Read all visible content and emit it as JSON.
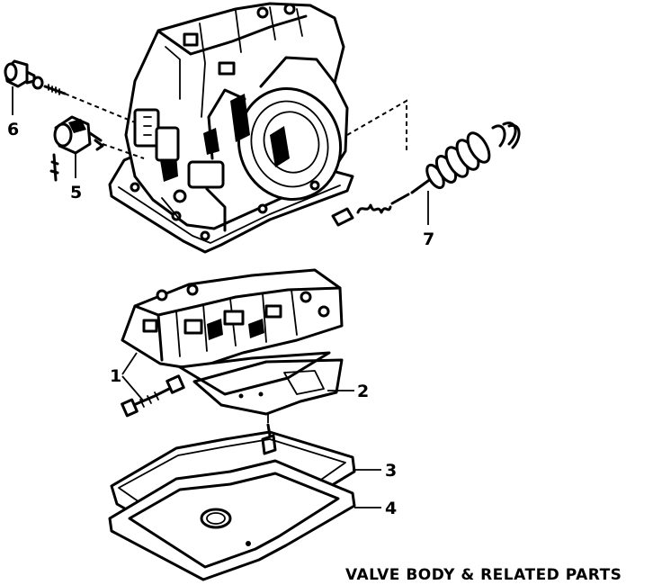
{
  "caption": "VALVE BODY & RELATED PARTS",
  "callouts": {
    "c1": "1",
    "c2": "2",
    "c3": "3",
    "c4": "4",
    "c5": "5",
    "c6": "6",
    "c7": "7"
  }
}
